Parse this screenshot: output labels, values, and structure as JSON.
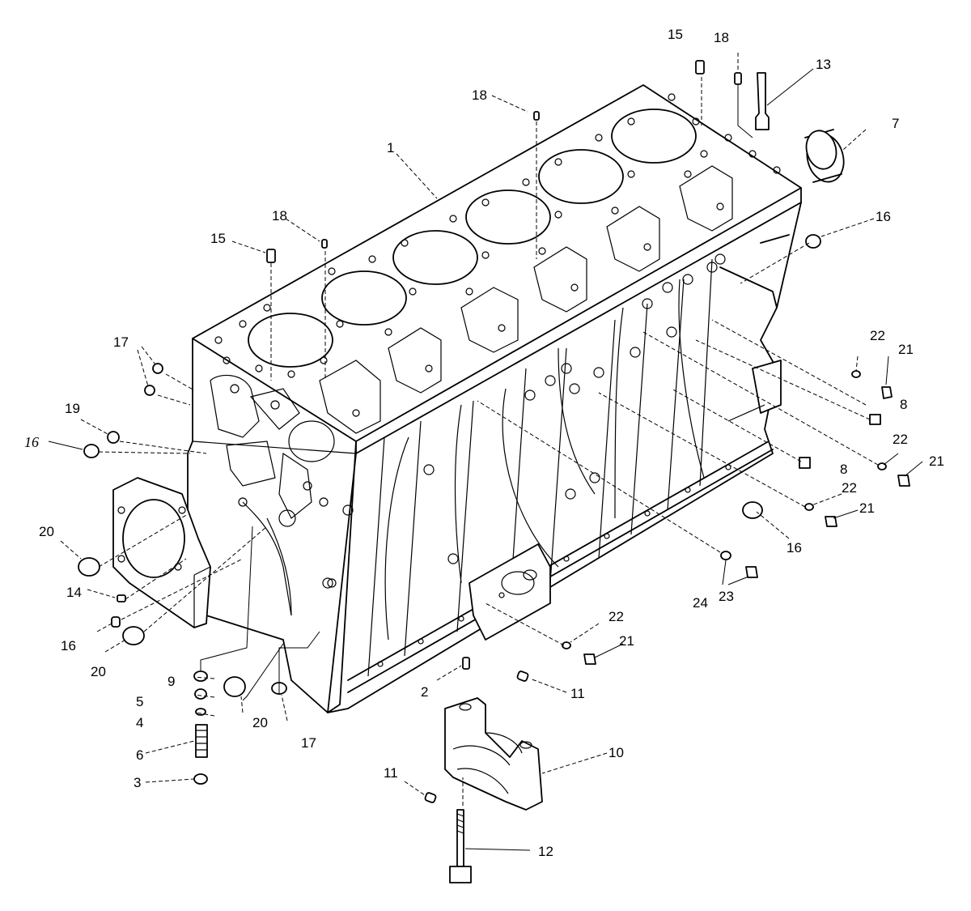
{
  "diagram": {
    "callouts": [
      {
        "id": "c1",
        "text": "1"
      },
      {
        "id": "c2",
        "text": "2"
      },
      {
        "id": "c3",
        "text": "3"
      },
      {
        "id": "c4",
        "text": "4"
      },
      {
        "id": "c5",
        "text": "5"
      },
      {
        "id": "c6",
        "text": "6"
      },
      {
        "id": "c7",
        "text": "7"
      },
      {
        "id": "c8a",
        "text": "8"
      },
      {
        "id": "c8b",
        "text": "8"
      },
      {
        "id": "c9",
        "text": "9"
      },
      {
        "id": "c10",
        "text": "10"
      },
      {
        "id": "c11a",
        "text": "11"
      },
      {
        "id": "c11b",
        "text": "11"
      },
      {
        "id": "c12",
        "text": "12"
      },
      {
        "id": "c13",
        "text": "13"
      },
      {
        "id": "c14",
        "text": "14"
      },
      {
        "id": "c15a",
        "text": "15"
      },
      {
        "id": "c15b",
        "text": "15"
      },
      {
        "id": "c16a",
        "text": "16"
      },
      {
        "id": "c16b",
        "text": "16"
      },
      {
        "id": "c16c",
        "text": "16"
      },
      {
        "id": "c16d",
        "text": "16"
      },
      {
        "id": "c17a",
        "text": "17"
      },
      {
        "id": "c17b",
        "text": "17"
      },
      {
        "id": "c18a",
        "text": "18"
      },
      {
        "id": "c18b",
        "text": "18"
      },
      {
        "id": "c18c",
        "text": "18"
      },
      {
        "id": "c19",
        "text": "19"
      },
      {
        "id": "c20a",
        "text": "20"
      },
      {
        "id": "c20b",
        "text": "20"
      },
      {
        "id": "c20c",
        "text": "20"
      },
      {
        "id": "c21a",
        "text": "21"
      },
      {
        "id": "c21b",
        "text": "21"
      },
      {
        "id": "c21c",
        "text": "21"
      },
      {
        "id": "c21d",
        "text": "21"
      },
      {
        "id": "c22a",
        "text": "22"
      },
      {
        "id": "c22b",
        "text": "22"
      },
      {
        "id": "c22c",
        "text": "22"
      },
      {
        "id": "c22d",
        "text": "22"
      },
      {
        "id": "c23",
        "text": "23"
      },
      {
        "id": "c24",
        "text": "24"
      }
    ]
  }
}
